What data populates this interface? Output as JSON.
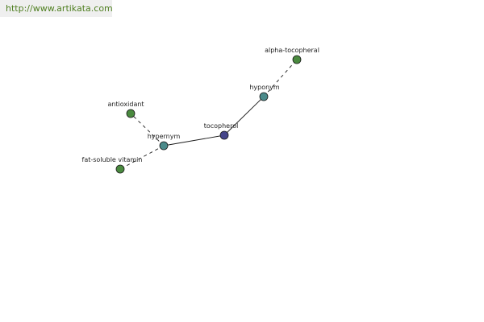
{
  "banner": {
    "url": "http://www.artikata.com"
  },
  "colors": {
    "center_node": "#45458a",
    "relation_node": "#4a8a8a",
    "word_node": "#4a8a3f",
    "node_stroke": "#1a1a1a",
    "edge": "#1a1a1a",
    "banner_text": "#4f7f21",
    "banner_bg": "#efefef"
  },
  "graph": {
    "center": {
      "label": "tocopherol"
    },
    "relations": [
      {
        "label": "hypernym",
        "words": [
          "antioxidant",
          "fat-soluble vitamin"
        ]
      },
      {
        "label": "hyponym",
        "words": [
          "alpha-tocopheral"
        ]
      }
    ]
  }
}
